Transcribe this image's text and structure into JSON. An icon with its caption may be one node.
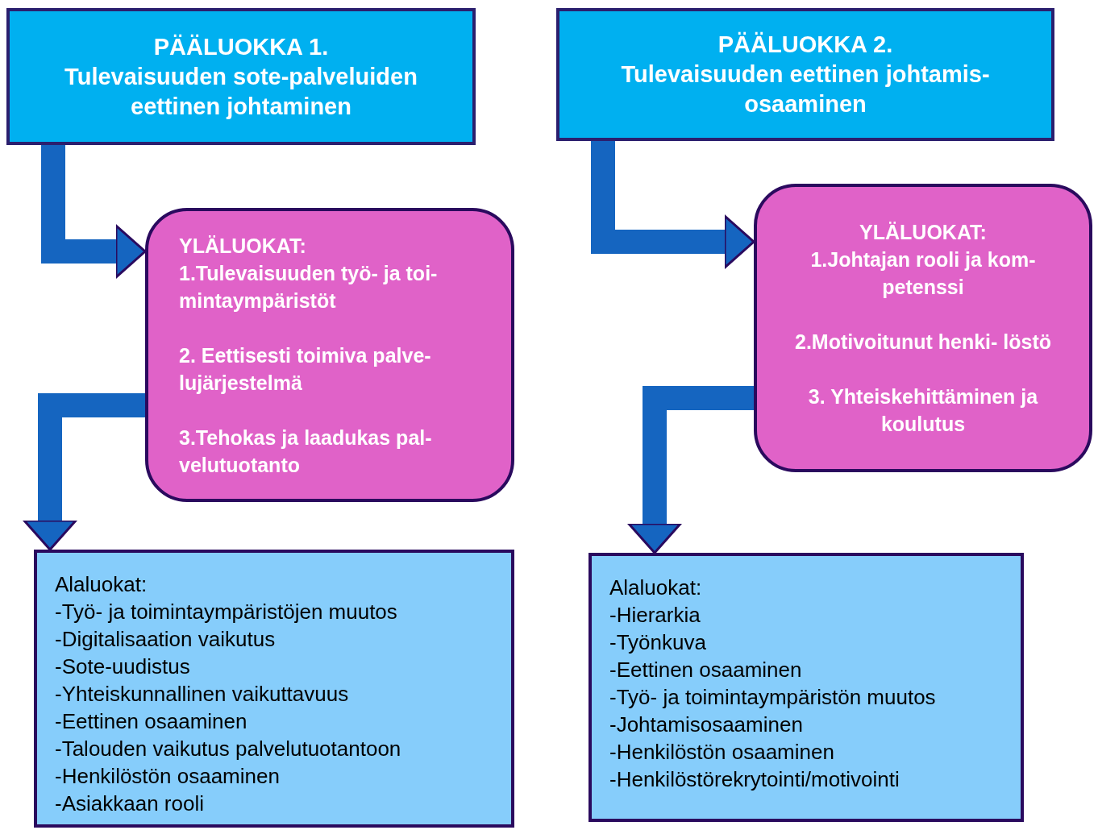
{
  "diagram": {
    "nodes": [
      {
        "text": [
          "PÄÄLUOKKA 1.",
          "Tulevaisuuden sote-palveluiden eettinen johtaminen"
        ]
      },
      {
        "text": [
          "YLÄLUOKAT:",
          "1.Tulevaisuuden työ- ja toi- mintaympäristöt",
          "2. Eettisesti toimiva palve- lujärjestelmä",
          "3.Tehokas ja laadukas pal- velutuotanto"
        ]
      },
      {
        "text": [
          "Alaluokat:",
          "-Työ- ja toimintaympäristöjen muutos",
          "-Digitalisaation vaikutus",
          "-Sote-uudistus",
          "-Yhteiskunnallinen vaikuttavuus",
          "-Eettinen osaaminen",
          "-Talouden vaikutus palvelutuotantoon",
          "-Henkilöstön osaaminen",
          "-Asiakkaan rooli"
        ]
      },
      {
        "text": [
          "PÄÄLUOKKA 2.",
          "Tulevaisuuden eettinen johtamis- osaaminen"
        ]
      },
      {
        "text": [
          "YLÄLUOKAT:",
          "1.Johtajan rooli ja kom- petenssi",
          "2.Motivoitunut henki- löstö",
          "3. Yhteiskehittäminen ja koulutus"
        ]
      },
      {
        "text": [
          "Alaluokat:",
          "-Hierarkia",
          "-Työnkuva",
          "-Eettinen osaaminen",
          "-Työ- ja toimintaympäristön muutos",
          "-Johtamisosaaminen",
          "-Henkilöstön osaaminen",
          "-Henkilöstörekrytointi/motivointi"
        ]
      }
    ],
    "edges": [
      {
        "from": 0,
        "to": 1,
        "arrow": "to"
      },
      {
        "from": 1,
        "to": 2,
        "arrow": "to"
      },
      {
        "from": 3,
        "to": 4,
        "arrow": "to"
      },
      {
        "from": 4,
        "to": 5,
        "arrow": "to"
      }
    ]
  }
}
